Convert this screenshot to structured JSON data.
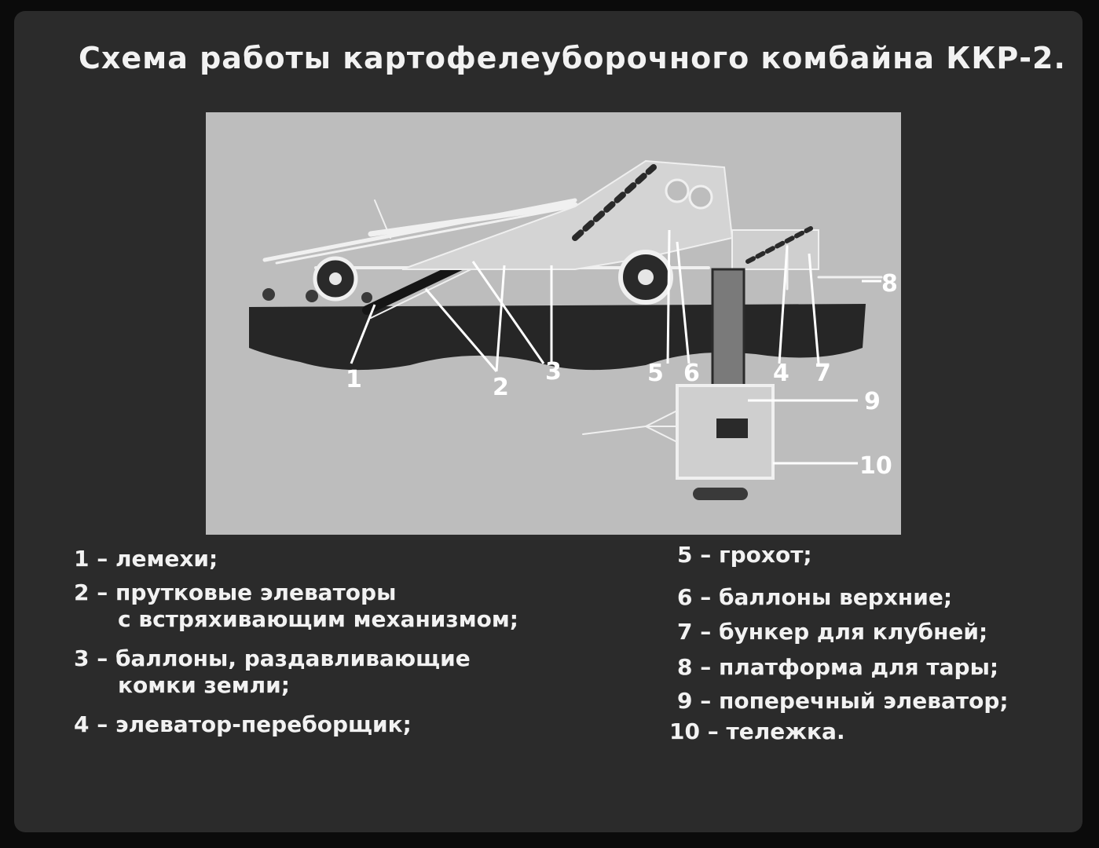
{
  "title": "Схема работы картофелеуборочного комбайна ККР-2.",
  "callouts": [
    "1",
    "2",
    "3",
    "4",
    "5",
    "6",
    "7",
    "8",
    "9",
    "10"
  ],
  "legend": {
    "left": [
      {
        "number": "1",
        "text": "лемехи;"
      },
      {
        "number": "2",
        "text": "прутковые элеваторы",
        "text2": "с встряхивающим механизмом;"
      },
      {
        "number": "3",
        "text": "баллоны, раздавливающие",
        "text2": "комки земли;"
      },
      {
        "number": "4",
        "text": "элеватор-переборщик;"
      }
    ],
    "right": [
      {
        "number": "5",
        "text": "грохот;"
      },
      {
        "number": "6",
        "text": "баллоны верхние;"
      },
      {
        "number": "7",
        "text": "бункер для клубней;"
      },
      {
        "number": "8",
        "text": "платформа для тары;"
      },
      {
        "number": "9",
        "text": "поперечный элеватор;"
      },
      {
        "number": "10",
        "text": "тележка."
      }
    ]
  },
  "colors": {
    "background": "#2b2b2b",
    "panel": "#bdbdbd",
    "soil": "#262626",
    "machine": "#e6e6e6",
    "text": "#f2f2f2"
  }
}
